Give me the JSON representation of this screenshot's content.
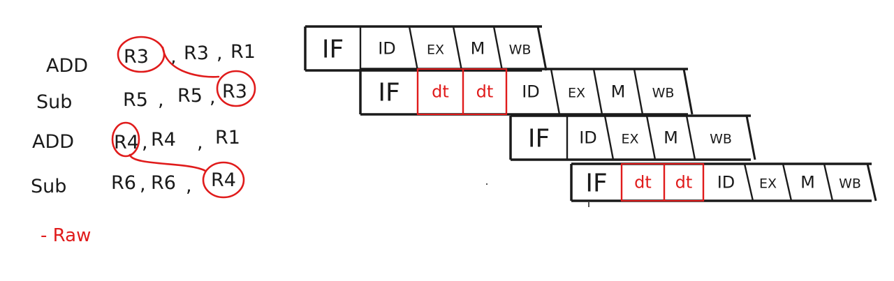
{
  "instructions": [
    {
      "op": "ADD",
      "dest": "R3",
      "src1": "R3",
      "src2": "R1",
      "circled": [
        "dest"
      ]
    },
    {
      "op": "Sub",
      "dest": "R5",
      "src1": "R5",
      "src2": "R3",
      "circled": [
        "src2"
      ]
    },
    {
      "op": "ADD",
      "dest": "R4",
      "src1": "R4",
      "src2": "R1",
      "circled": [
        "dest"
      ]
    },
    {
      "op": "Sub",
      "dest": "R6",
      "src1": "R6",
      "src2": "R4",
      "circled": [
        "src2"
      ]
    }
  ],
  "hazard_note": "- Raw",
  "pipeline": [
    {
      "stages": [
        "IF",
        "ID",
        "EX",
        "M",
        "WB"
      ]
    },
    {
      "stages": [
        "IF",
        "dt",
        "dt",
        "ID",
        "EX",
        "M",
        "WB"
      ]
    },
    {
      "stages": [
        "IF",
        "ID",
        "EX",
        "M",
        "WB"
      ]
    },
    {
      "stages": [
        "IF",
        "dt",
        "dt",
        "ID",
        "EX",
        "M",
        "WB"
      ]
    }
  ],
  "stall_label": "dt",
  "colors": {
    "ink": "#1a1a1a",
    "annotation": "#e01b1b"
  }
}
